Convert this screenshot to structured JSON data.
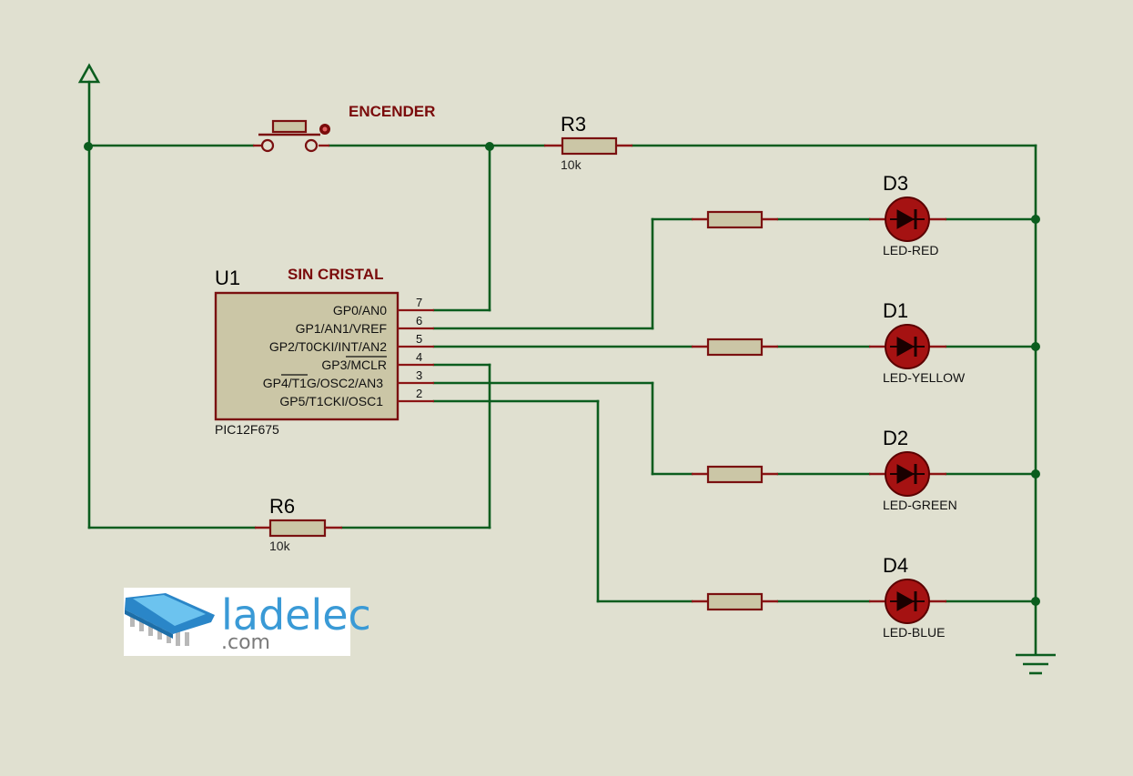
{
  "switch": {
    "label": "ENCENDER"
  },
  "resistors": {
    "r3": {
      "ref": "R3",
      "value": "10k"
    },
    "r6": {
      "ref": "R6",
      "value": "10k"
    }
  },
  "chip": {
    "ref": "U1",
    "name": "PIC12F675",
    "note": "SIN CRISTAL",
    "pins": [
      {
        "num": "7",
        "name": "GP0/AN0"
      },
      {
        "num": "6",
        "name": "GP1/AN1/VREF"
      },
      {
        "num": "5",
        "name": "GP2/T0CKI/INT/AN2"
      },
      {
        "num": "4",
        "name": "GP3/MCLR",
        "overline": "MCLR"
      },
      {
        "num": "3",
        "name": "GP4/T1G/OSC2/AN3",
        "overline": "T1G"
      },
      {
        "num": "2",
        "name": "GP5/T1CKI/OSC1"
      }
    ]
  },
  "leds": [
    {
      "ref": "D3",
      "type": "LED-RED"
    },
    {
      "ref": "D1",
      "type": "LED-YELLOW"
    },
    {
      "ref": "D2",
      "type": "LED-GREEN"
    },
    {
      "ref": "D4",
      "type": "LED-BLUE"
    }
  ],
  "logo": {
    "text": "ladelec",
    "sub": ".com",
    "colors": {
      "main": "#3a9ad6",
      "sub": "#7a7a7a"
    }
  },
  "colors": {
    "wire": "#0b5d1e",
    "component": "#7a1010",
    "background": "#e0e0d0",
    "label": "#7a0b0b"
  },
  "icons": [
    "power-terminal-icon",
    "ground-icon",
    "push-button-icon"
  ]
}
